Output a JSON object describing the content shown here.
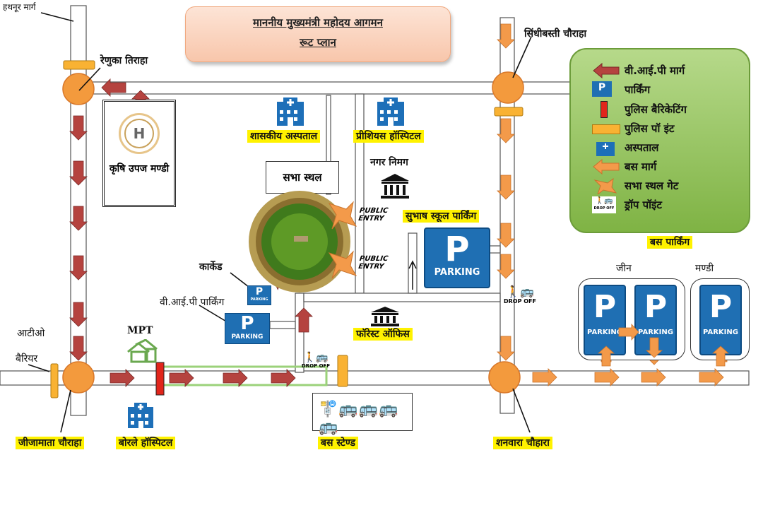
{
  "title": {
    "line1": "माननीय मुख्यमंत्री महोदय आगमन",
    "line2": "रूट प्लान"
  },
  "roads": {
    "hathnur": "हथनूर मार्ग",
    "rto": "आटीओ",
    "barrier": "बैरियर"
  },
  "places": {
    "renuka_tiraha": "रेणुका तिराहा",
    "sindhibasti_chauraha": "सिंधीबस्ती चौराहा",
    "krishi_upaj_mandi": "कृषि उपज मण्डी",
    "shaskiya_aspatal": "शासकीय अस्पताल",
    "precious_hospital": "प्रीशियस हॉस्पिटल",
    "nagar_nigam": "नगर निमग",
    "sabha_sthal": "सभा स्थल",
    "subhash_school_parking": "सुभाष स्कूल पार्किंग",
    "carcade": "कार्केड",
    "vip_parking": "वी.आई.पी पार्किंग",
    "forest_office": "फॉरेस्ट ऑफिस",
    "mpt": "MPT",
    "jijamata_chauraha": "जीजामाता चौराहा",
    "borle_hospital": "बोरले हॉस्पिटल",
    "bus_stand": "बस स्टेण्ड",
    "shanwara_chauraha": "शनवारा चौहारा",
    "bus_parking": "बस पार्किंग",
    "jeen": "जीन",
    "mandi": "मण्डी"
  },
  "signs": {
    "parking": "PARKING",
    "p": "P",
    "public_entry_1": "PUBLIC",
    "public_entry_2": "ENTRY",
    "drop_off": "DROP OFF",
    "helipad": "H"
  },
  "legend": {
    "vip_route": "वी.आई.पी मार्ग",
    "parking": "पार्किंग",
    "police_barricading": "पुलिस बैरिकेटिंग",
    "police_point": "पुलिस पॉ इंट",
    "hospital": "अस्पताल",
    "bus_route": "बस मार्ग",
    "venue_gate": "सभा स्थल गेट",
    "drop_point": "ड्रॉप पॉइंट"
  },
  "colors": {
    "vip_arrow": "#b5433f",
    "bus_arrow": "#f39a4a",
    "junction": "#f39a3d",
    "parking_blue": "#1f6fb3",
    "highlight": "#fff200",
    "legend_green": "#8cc152"
  }
}
